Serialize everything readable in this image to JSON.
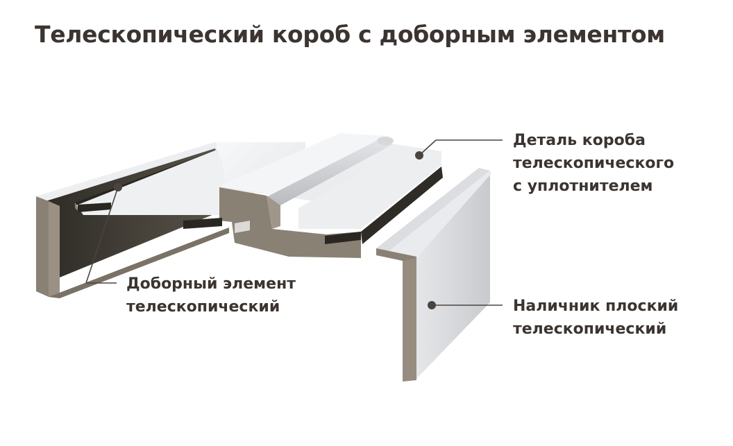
{
  "title": "Телескопический короб с доборным элементом",
  "callouts": {
    "box_detail": {
      "lines": [
        "Деталь короба",
        "телескопического",
        "с уплотнителем"
      ]
    },
    "extension": {
      "lines": [
        "Доборный элемент",
        "телескопический"
      ]
    },
    "casing": {
      "lines": [
        "Наличник плоский",
        "телескопический"
      ]
    }
  },
  "colors": {
    "text": "#3b3430",
    "leader": "#4a4440",
    "face_white": "#f1f2f4",
    "face_grey": "#d8d9dc",
    "cut_brown": "#8a8175",
    "shadow": "#3e3a33",
    "seal": "#c9cbcf"
  }
}
